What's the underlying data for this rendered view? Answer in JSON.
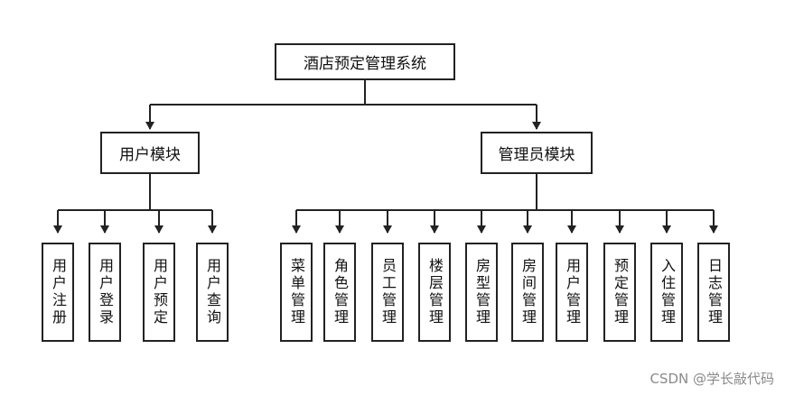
{
  "root": {
    "label": "酒店预定管理系统"
  },
  "modules": [
    {
      "label": "用户模块",
      "children": [
        "用户注册",
        "用户登录",
        "用户预定",
        "用户查询"
      ]
    },
    {
      "label": "管理员模块",
      "children": [
        "菜单管理",
        "角色管理",
        "员工管理",
        "楼层管理",
        "房型管理",
        "房间管理",
        "用户管理",
        "预定管理",
        "入住管理",
        "日志管理"
      ]
    }
  ],
  "watermark": "CSDN @学长敲代码"
}
